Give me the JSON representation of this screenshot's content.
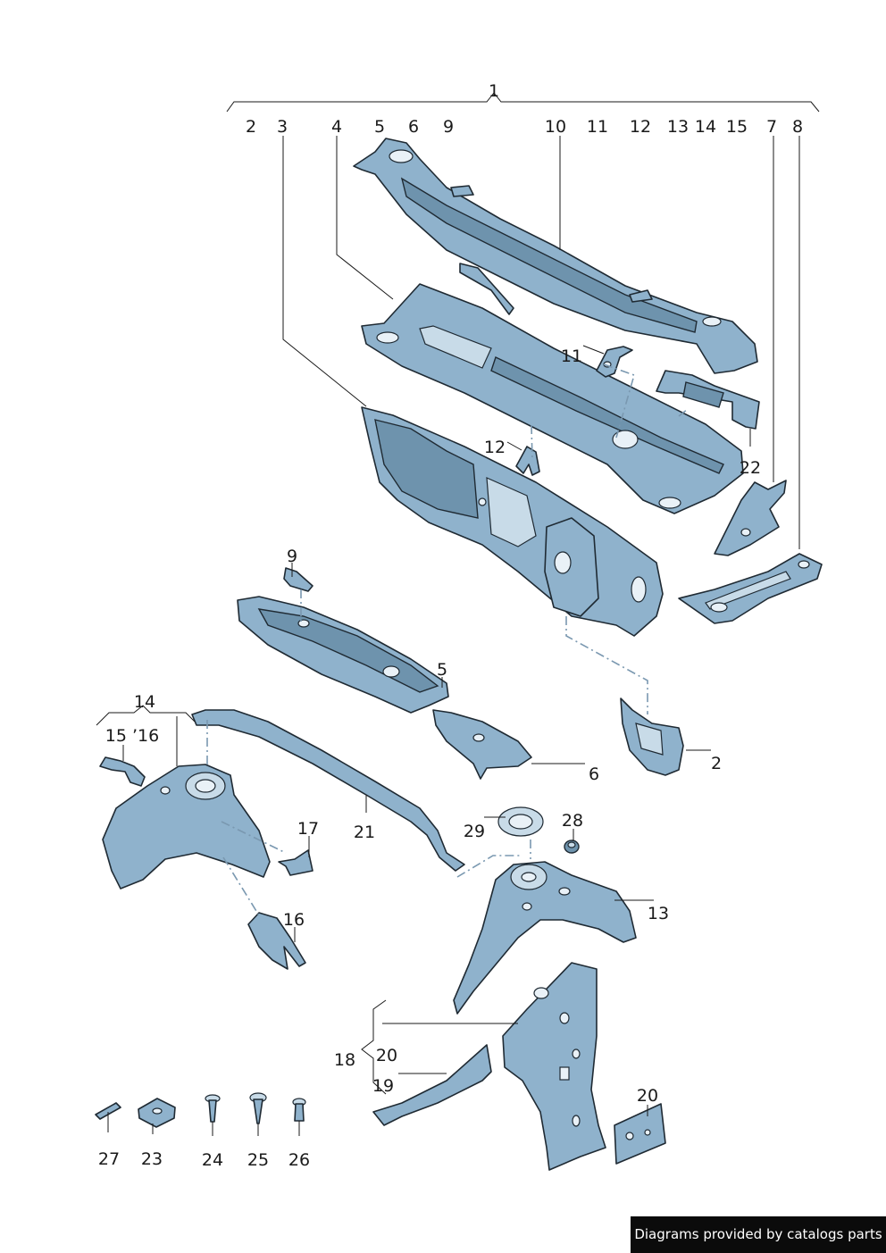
{
  "callouts": {
    "c1": "1",
    "c2_top": "2",
    "c3": "3",
    "c4": "4",
    "c5_top": "5",
    "c6_top": "6",
    "c9_top": "9",
    "c10": "10",
    "c11_top": "11",
    "c12_top": "12",
    "c13_top": "13",
    "c14_top": "14",
    "c15_top": "15",
    "c7": "7",
    "c8": "8",
    "c11": "11",
    "c12": "12",
    "c22": "22",
    "c9": "9",
    "c5": "5",
    "c6": "6",
    "c2": "2",
    "c14": "14",
    "c15_16": "15 ’16",
    "c17": "17",
    "c21": "21",
    "c16": "16",
    "c29": "29",
    "c28": "28",
    "c13": "13",
    "c18": "18",
    "c20": "20",
    "c19": "19",
    "c20b": "20",
    "c27": "27",
    "c23": "23",
    "c24": "24",
    "c25": "25",
    "c26": "26"
  },
  "colors": {
    "part_fill": "#8fb2cc",
    "outline": "#1f2a33",
    "credit_bg": "#0b0b0b"
  },
  "credit": {
    "text": "Diagrams provided by catalogs parts"
  }
}
